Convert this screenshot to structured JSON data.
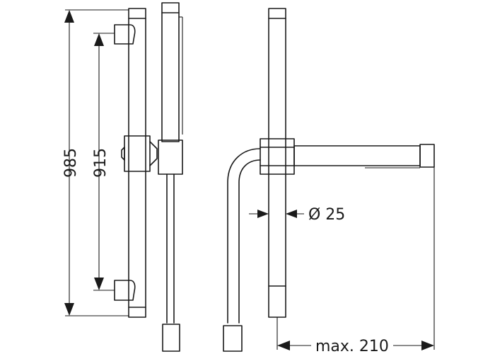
{
  "dimensions": {
    "overall_height": "985",
    "bar_length": "915",
    "diameter": "Ø 25",
    "projection": "max. 210"
  }
}
